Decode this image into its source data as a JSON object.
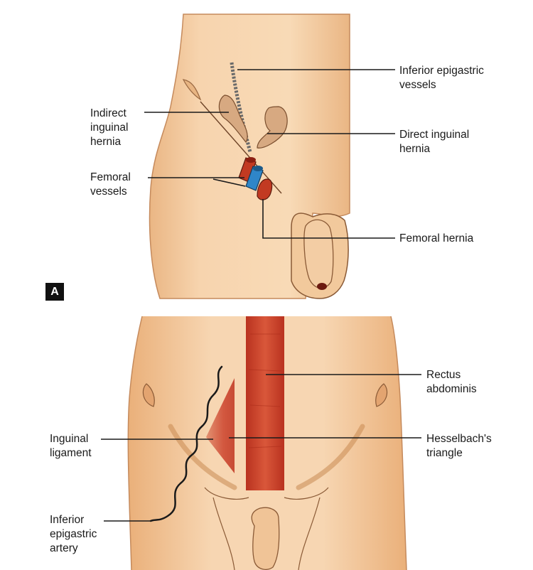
{
  "panel_a": {
    "badge": "A",
    "labels": {
      "inferior_epigastric_vessels": "Inferior epigastric\nvessels",
      "indirect_inguinal_hernia": "Indirect\ninguinal\nhernia",
      "direct_inguinal_hernia": "Direct inguinal\nhernia",
      "femoral_vessels": "Femoral\nvessels",
      "femoral_hernia": "Femoral hernia"
    }
  },
  "panel_b": {
    "labels": {
      "rectus_abdominis": "Rectus\nabdominis",
      "inguinal_ligament": "Inguinal\nligament",
      "hesselbachs_triangle": "Hesselbach's\ntriangle",
      "inferior_epigastric_artery": "Inferior\nepigastric\nartery"
    }
  },
  "colors": {
    "skin": "#f6d3ac",
    "skin_shade": "#e9b27d",
    "outline": "#8a5a36",
    "artery_red": "#c23a22",
    "vein_blue": "#2f86c8",
    "muscle_red": "#c9402a",
    "label_text": "#1a1a1a"
  }
}
